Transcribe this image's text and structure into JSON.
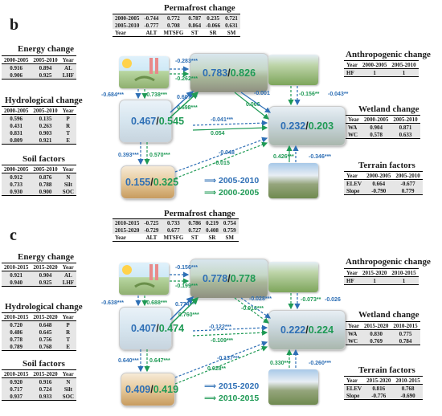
{
  "panel_b": {
    "label": "b",
    "permafrost": {
      "title": "Permafrost change",
      "header": [
        "Year",
        "ALT",
        "MTSFG",
        "ST",
        "SR",
        "SM"
      ],
      "rows": [
        [
          "2000-2005",
          "-0.744",
          "0.772",
          "0.787",
          "0.235",
          "0.721"
        ],
        [
          "2005-2010",
          "-0.777",
          "0.708",
          "0.864",
          "-0.066",
          "0.631"
        ]
      ]
    },
    "energy": {
      "title": "Energy change",
      "header": [
        "2000-2005",
        "2005-2010",
        "Year"
      ],
      "rows": [
        [
          "0.916",
          "0.894",
          "AL"
        ],
        [
          "0.906",
          "0.925",
          "LHF"
        ]
      ]
    },
    "hydro": {
      "title": "Hydrological change",
      "header": [
        "2000-2005",
        "2005-2010",
        "Year"
      ],
      "rows": [
        [
          "0.596",
          "0.135",
          "P"
        ],
        [
          "0.431",
          "0.263",
          "R"
        ],
        [
          "0.831",
          "0.903",
          "T"
        ],
        [
          "0.809",
          "0.921",
          "E"
        ]
      ]
    },
    "soil": {
      "title": "Soil factors",
      "header": [
        "2000-2005",
        "2005-2010",
        "Year"
      ],
      "rows": [
        [
          "0.912",
          "0.876",
          "N"
        ],
        [
          "0.733",
          "0.788",
          "Silt"
        ],
        [
          "0.930",
          "0.900",
          "SOC"
        ]
      ]
    },
    "anthro": {
      "title": "Anthropogenic change",
      "header": [
        "Year",
        "2000-2005",
        "2005-2010"
      ],
      "rows": [
        [
          "HF",
          "1",
          "1"
        ]
      ]
    },
    "wetland": {
      "title": "Wetland change",
      "header": [
        "Year",
        "2000-2005",
        "2005-2010"
      ],
      "rows": [
        [
          "WA",
          "0.904",
          "0.871"
        ],
        [
          "WC",
          "0.578",
          "0.633"
        ]
      ]
    },
    "terrain": {
      "title": "Terrain factors",
      "header": [
        "Year",
        "2000-2005",
        "2005-2010"
      ],
      "rows": [
        [
          "ELEV",
          "0.664",
          "-0.677"
        ],
        [
          "Slope",
          "-0.790",
          "0.779"
        ]
      ]
    },
    "boxes": {
      "permafrost": {
        "a": "0.783",
        "b": "0.826"
      },
      "hydro": {
        "a": "0.467",
        "b": "0.545"
      },
      "soil": {
        "a": "0.155",
        "b": "0.325"
      },
      "wetland": {
        "a": "0.232",
        "b": "0.203"
      }
    },
    "coefs": {
      "c1": "-0.283***",
      "c2": "-0.262***",
      "c3": "-0.684***",
      "c4": "-0.738***",
      "c5": "0.607***",
      "c6": "0.698***",
      "c7": "-0.001",
      "c8": "0.066",
      "c9": "-0.156**",
      "c10": "-0.043**",
      "c11": "-0.041***",
      "c12": "0.054",
      "c13": "0.393***",
      "c14": "0.570***",
      "c15": "-0.048",
      "c16": "-0.015",
      "c17": "0.426***",
      "c18": "-0.346***"
    },
    "legend": {
      "blue": "2005-2010",
      "green": "2000-2005"
    }
  },
  "panel_c": {
    "label": "c",
    "permafrost": {
      "title": "Permafrost change",
      "header": [
        "Year",
        "ALT",
        "MTSFG",
        "ST",
        "SR",
        "SM"
      ],
      "rows": [
        [
          "2010-2015",
          "-0.725",
          "0.733",
          "0.786",
          "0.219",
          "0.754"
        ],
        [
          "2015-2020",
          "-0.729",
          "0.677",
          "0.727",
          "0.408",
          "0.759"
        ]
      ]
    },
    "energy": {
      "title": "Energy change",
      "header": [
        "2010-2015",
        "2015-2020",
        "Year"
      ],
      "rows": [
        [
          "0.921",
          "0.904",
          "AL"
        ],
        [
          "0.940",
          "0.925",
          "LHF"
        ]
      ]
    },
    "hydro": {
      "title": "Hydrological change",
      "header": [
        "2010-2015",
        "2015-2020",
        "Year"
      ],
      "rows": [
        [
          "0.720",
          "0.648",
          "P"
        ],
        [
          "0.486",
          "0.645",
          "R"
        ],
        [
          "0.778",
          "0.756",
          "T"
        ],
        [
          "0.789",
          "0.768",
          "E"
        ]
      ]
    },
    "soil": {
      "title": "Soil factors",
      "header": [
        "2010-2015",
        "2015-2020",
        "Year"
      ],
      "rows": [
        [
          "0.920",
          "0.916",
          "N"
        ],
        [
          "0.717",
          "0.724",
          "Silt"
        ],
        [
          "0.937",
          "0.933",
          "SOC"
        ]
      ]
    },
    "anthro": {
      "title": "Anthropogenic change",
      "header": [
        "Year",
        "2015-2020",
        "2010-2015"
      ],
      "rows": [
        [
          "HF",
          "1",
          "1"
        ]
      ]
    },
    "wetland": {
      "title": "Wetland change",
      "header": [
        "Year",
        "2015-2020",
        "2010-2015"
      ],
      "rows": [
        [
          "WA",
          "0.830",
          "0.775"
        ],
        [
          "WC",
          "0.769",
          "0.784"
        ]
      ]
    },
    "terrain": {
      "title": "Terrain factors",
      "header": [
        "Year",
        "2015-2020",
        "2010-2015"
      ],
      "rows": [
        [
          "ELEV",
          "0.816",
          "0.768"
        ],
        [
          "Slope",
          "-0.776",
          "-0.690"
        ]
      ]
    },
    "boxes": {
      "permafrost": {
        "a": "0.778",
        "b": "0.778"
      },
      "hydro": {
        "a": "0.407",
        "b": "0.474"
      },
      "soil": {
        "a": "0.409",
        "b": "0.419"
      },
      "wetland": {
        "a": "0.222",
        "b": "0.224"
      }
    },
    "coefs": {
      "c1": "-0.156***",
      "c2": "-0.199***",
      "c3": "-0.638***",
      "c4": "-0.688***",
      "c5": "0.774***",
      "c6": "0.760***",
      "c7": "-0.028***",
      "c8": "-0.018***",
      "c9": "-0.073**",
      "c10": "-0.026",
      "c11": "-0.122***",
      "c12": "-0.109***",
      "c13": "0.640***",
      "c14": "0.647***",
      "c15": "-0.137***",
      "c16": "0.028**",
      "c17": "0.330***",
      "c18": "-0.260***"
    },
    "legend": {
      "blue": "2015-2020",
      "green": "2010-2015"
    }
  },
  "colors": {
    "blue": "#2e6fb5",
    "green": "#1f9a55"
  }
}
